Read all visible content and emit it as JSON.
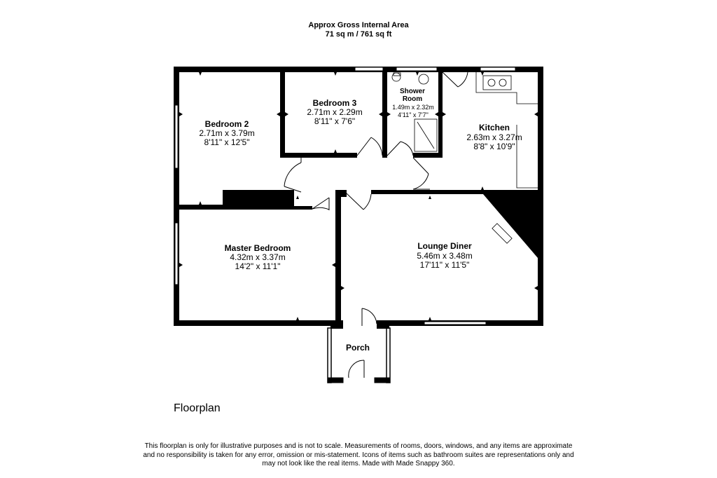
{
  "header": {
    "line1": "Approx Gross Internal Area",
    "line2": "71 sq m / 761 sq ft"
  },
  "caption": "Floorplan",
  "disclaimer": {
    "line1": "This floorplan is only for illustrative purposes and is not to scale. Measurements of rooms, doors, windows, and any items are approximate",
    "line2": "and no responsibility is taken for any error, omission or mis-statement. Icons of items such as bathroom suites are representations only and",
    "line3": "may not look like the real items. Made with Made Snappy 360."
  },
  "rooms": {
    "bedroom2": {
      "name": "Bedroom 2",
      "metric": "2.71m x 3.79m",
      "imperial": "8'11\" x 12'5\""
    },
    "bedroom3": {
      "name": "Bedroom 3",
      "metric": "2.71m x 2.29m",
      "imperial": "8'11\" x 7'6\""
    },
    "shower": {
      "name1": "Shower",
      "name2": "Room",
      "metric": "1.49m x 2.32m",
      "imperial": "4'11\" x 7'7\""
    },
    "kitchen": {
      "name": "Kitchen",
      "metric": "2.63m x 3.27m",
      "imperial": "8'8\" x 10'9\""
    },
    "master": {
      "name": "Master Bedroom",
      "metric": "4.32m x 3.37m",
      "imperial": "14'2\" x 11'1\""
    },
    "lounge": {
      "name": "Lounge Diner",
      "metric": "5.46m x 3.48m",
      "imperial": "17'11\" x 11'5\""
    },
    "porch": {
      "name": "Porch"
    }
  }
}
